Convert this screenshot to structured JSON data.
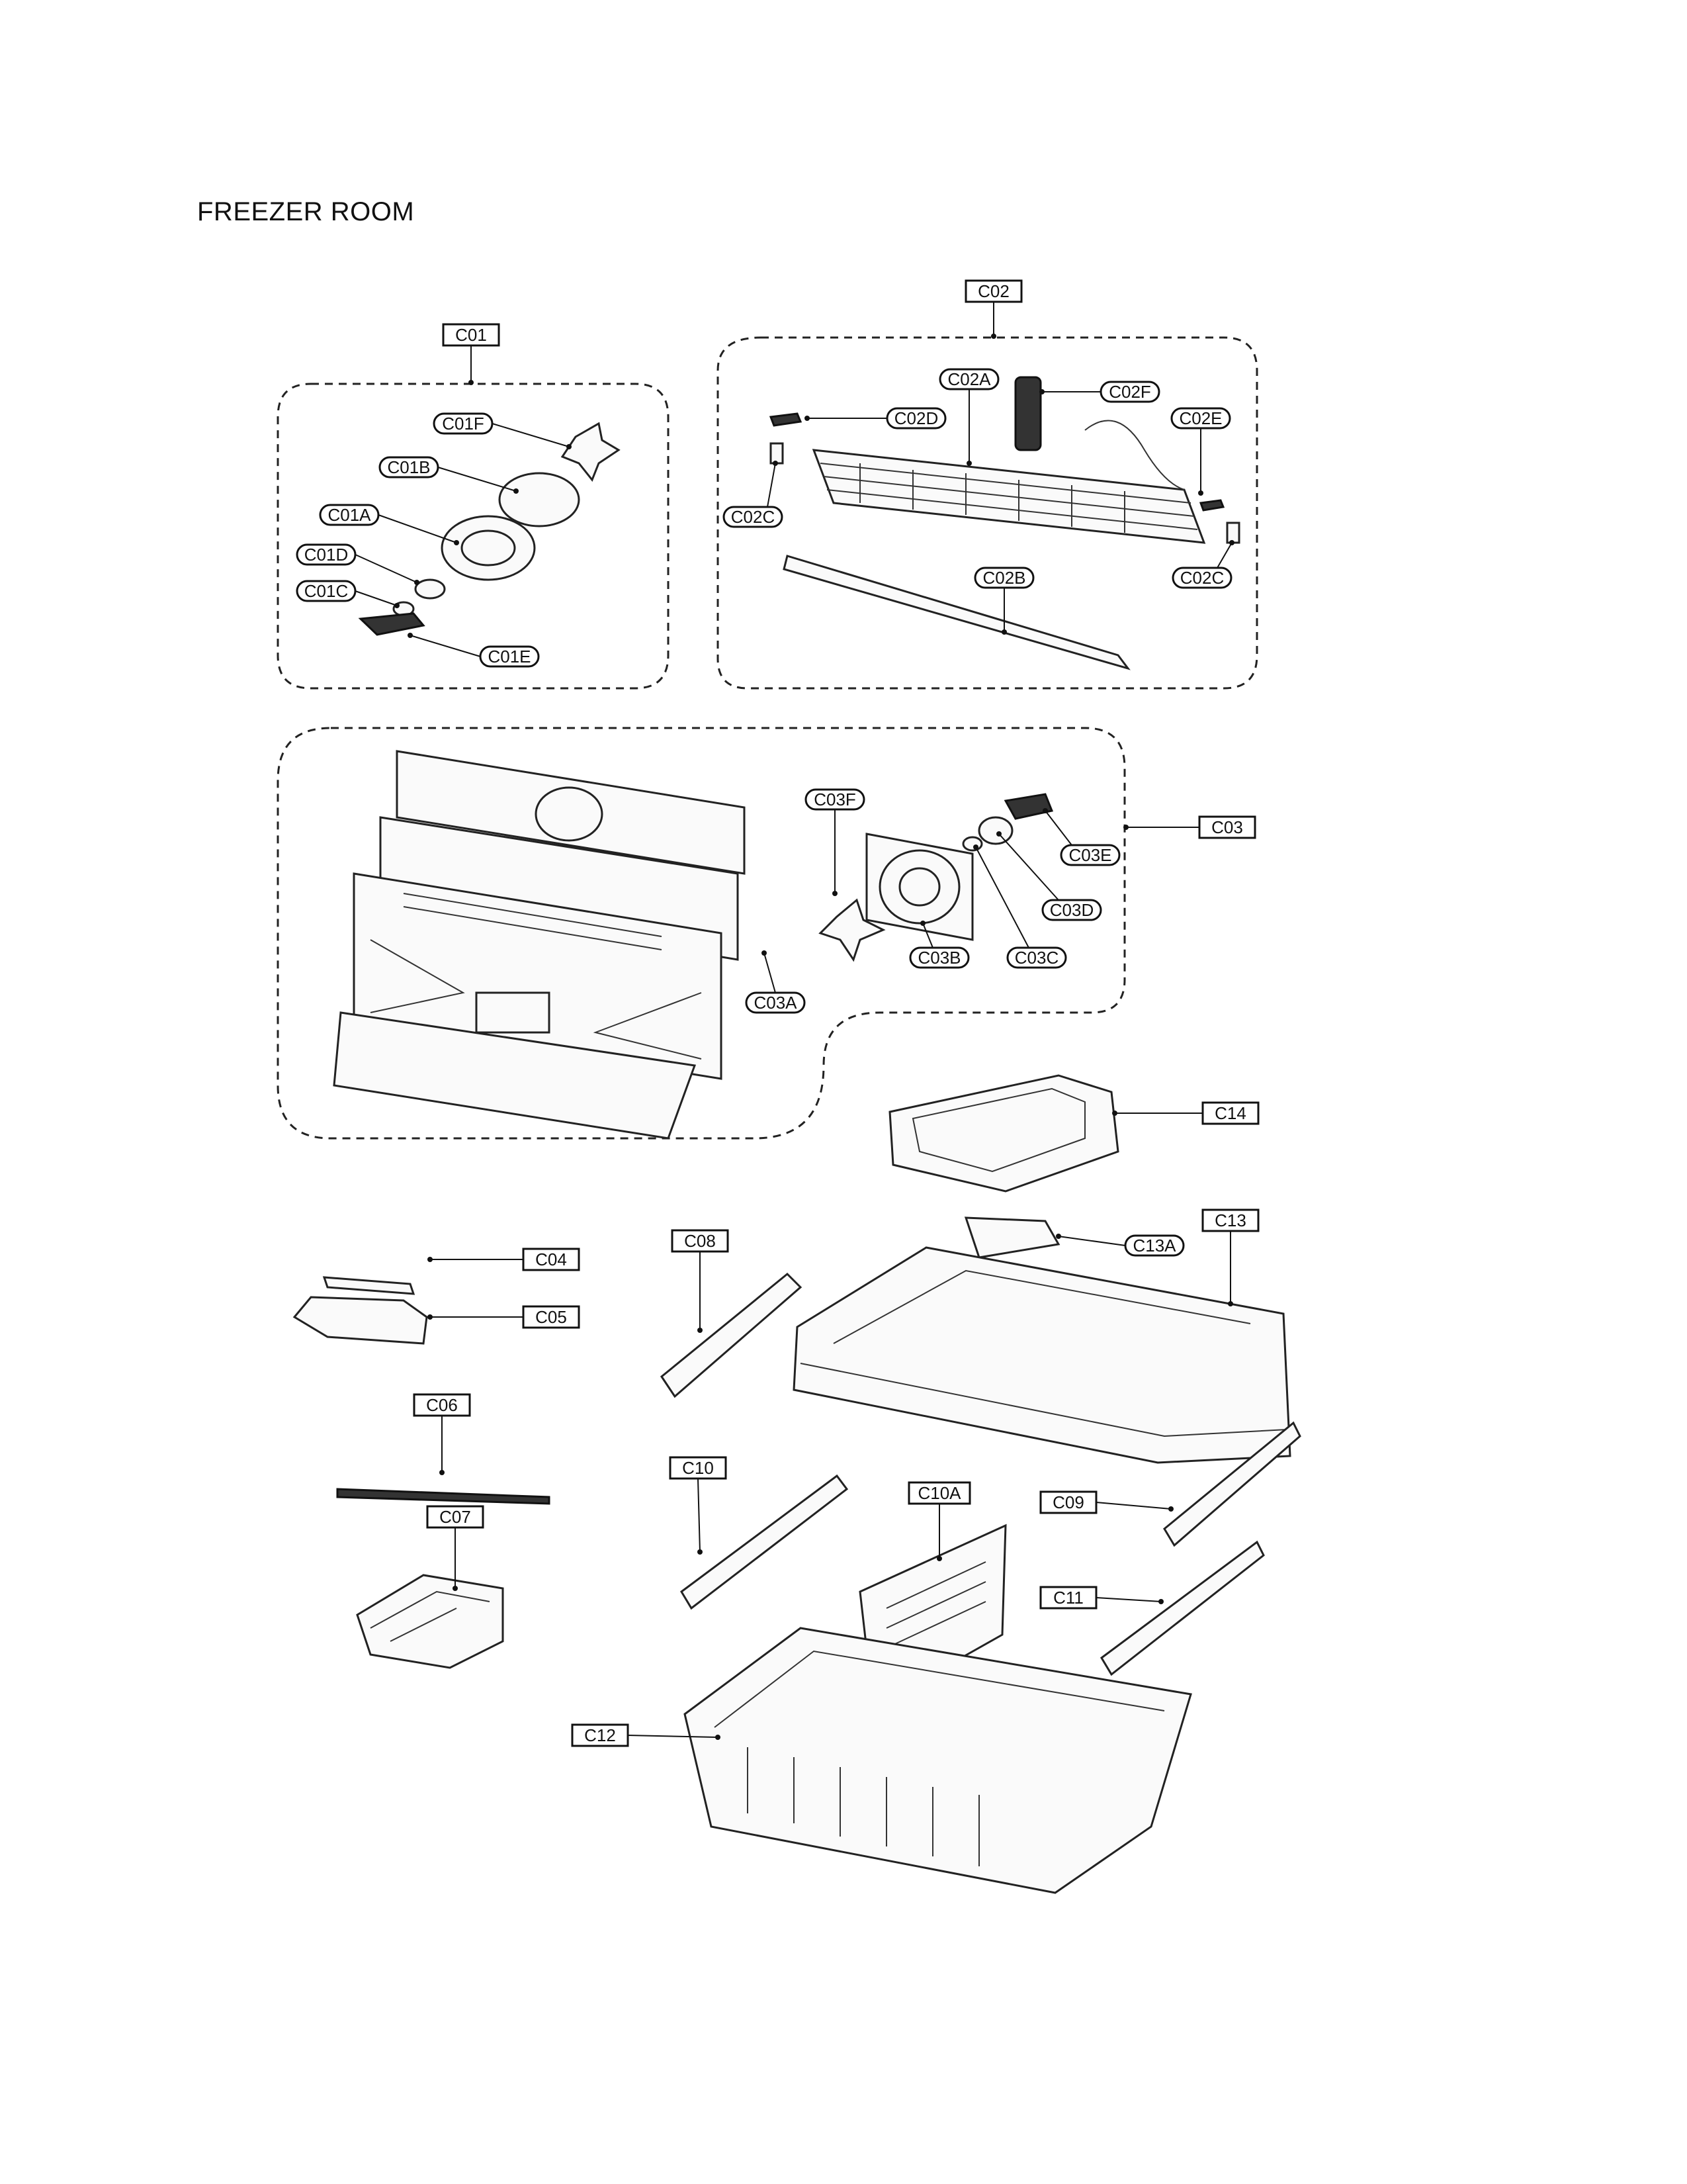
{
  "page": {
    "title": "FREEZER ROOM"
  },
  "assemblies": [
    {
      "id": "C01",
      "label": "C01"
    },
    {
      "id": "C02",
      "label": "C02"
    },
    {
      "id": "C03",
      "label": "C03"
    }
  ],
  "callouts": [
    {
      "id": "C01F",
      "label": "C01F"
    },
    {
      "id": "C01B",
      "label": "C01B"
    },
    {
      "id": "C01A",
      "label": "C01A"
    },
    {
      "id": "C01D",
      "label": "C01D"
    },
    {
      "id": "C01C",
      "label": "C01C"
    },
    {
      "id": "C01E",
      "label": "C01E"
    },
    {
      "id": "C02A",
      "label": "C02A"
    },
    {
      "id": "C02F",
      "label": "C02F"
    },
    {
      "id": "C02D",
      "label": "C02D"
    },
    {
      "id": "C02E",
      "label": "C02E"
    },
    {
      "id": "C02C_left",
      "label": "C02C"
    },
    {
      "id": "C02C_right",
      "label": "C02C"
    },
    {
      "id": "C02B",
      "label": "C02B"
    },
    {
      "id": "C03F",
      "label": "C03F"
    },
    {
      "id": "C03E",
      "label": "C03E"
    },
    {
      "id": "C03D",
      "label": "C03D"
    },
    {
      "id": "C03B",
      "label": "C03B"
    },
    {
      "id": "C03C",
      "label": "C03C"
    },
    {
      "id": "C03A",
      "label": "C03A"
    },
    {
      "id": "C13A",
      "label": "C13A"
    }
  ],
  "parts": [
    {
      "id": "C14",
      "label": "C14"
    },
    {
      "id": "C13",
      "label": "C13"
    },
    {
      "id": "C04",
      "label": "C04"
    },
    {
      "id": "C05",
      "label": "C05"
    },
    {
      "id": "C08",
      "label": "C08"
    },
    {
      "id": "C06",
      "label": "C06"
    },
    {
      "id": "C10",
      "label": "C10"
    },
    {
      "id": "C10A",
      "label": "C10A"
    },
    {
      "id": "C09",
      "label": "C09"
    },
    {
      "id": "C07",
      "label": "C07"
    },
    {
      "id": "C11",
      "label": "C11"
    },
    {
      "id": "C12",
      "label": "C12"
    }
  ]
}
